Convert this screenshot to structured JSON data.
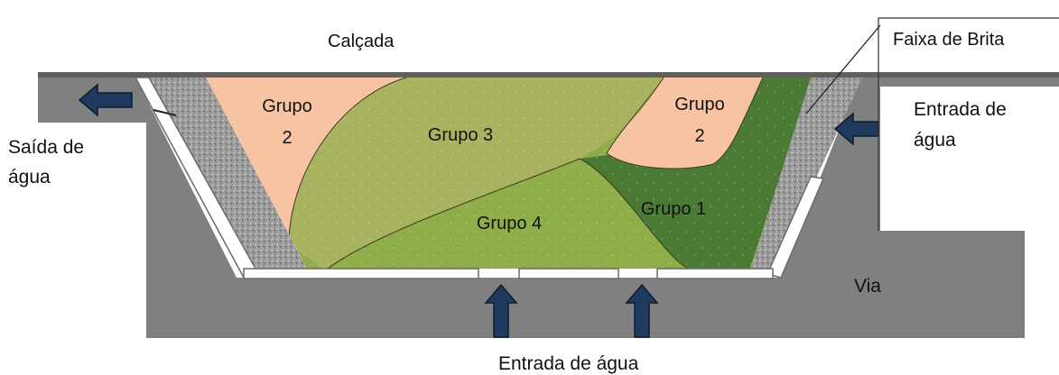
{
  "labels": {
    "calcada": "Calçada",
    "faixa_brita": "Faixa de Brita",
    "entrada_direita_l1": "Entrada de",
    "entrada_direita_l2": "água",
    "saida_l1": "Saída de",
    "saida_l2": "água",
    "via": "Via",
    "entrada_inferior": "Entrada de água"
  },
  "groups": {
    "grupo2_left_l1": "Grupo",
    "grupo2_left_l2": "2",
    "grupo2_right_l1": "Grupo",
    "grupo2_right_l2": "2",
    "grupo3": "Grupo 3",
    "grupo4": "Grupo 4",
    "grupo1": "Grupo 1"
  },
  "colors": {
    "road": "#808080",
    "road_edge": "#5f5f5f",
    "gravel": "#9c9c9c",
    "curb": "#ffffff",
    "arrow": "#1f3a5f",
    "grupo1": "#4b7a35",
    "grupo2": "#f7c3a3",
    "grupo3": "#a9b35f",
    "grupo4": "#8fae49"
  }
}
